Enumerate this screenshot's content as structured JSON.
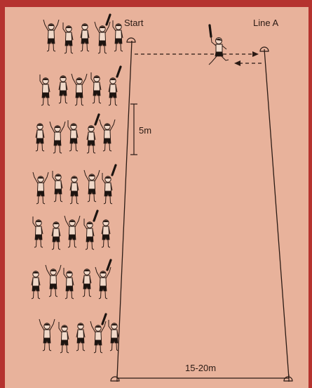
{
  "labels": {
    "start": "Start",
    "line_a": "Line A",
    "spacing": "5m",
    "distance": "15-20m"
  },
  "team_rows": [
    {
      "players": 5
    },
    {
      "players": 5
    },
    {
      "players": 5
    },
    {
      "players": 5
    },
    {
      "players": 5
    },
    {
      "players": 5
    },
    {
      "players": 5
    }
  ],
  "runner": {
    "role": "runner-with-bat"
  },
  "colors": {
    "border": "#b5332f",
    "background": "#e8b29b",
    "ink": "#2a1a14",
    "shorts": "#1c1410",
    "skin": "#f1d9c9"
  },
  "icons": [
    "cone-icon",
    "bat-icon",
    "dashed-arrow-right",
    "dashed-arrow-left"
  ]
}
